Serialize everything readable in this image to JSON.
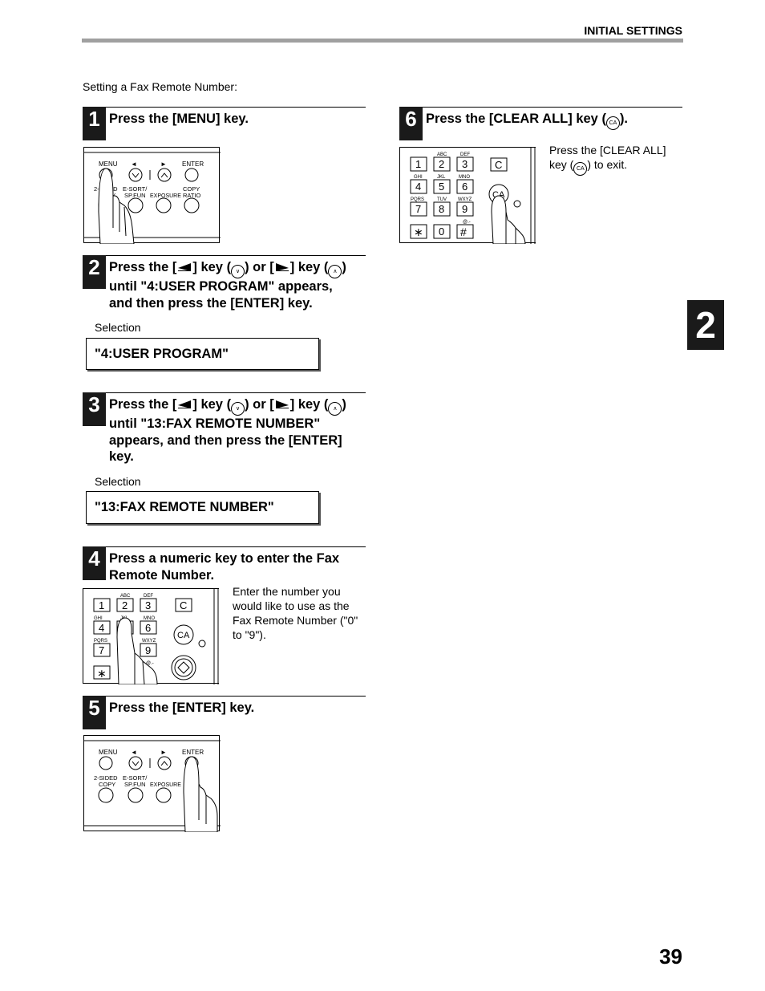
{
  "header": {
    "section_title": "INITIAL SETTINGS"
  },
  "intro": "Setting a Fax Remote Number:",
  "steps": {
    "s1": {
      "num": "1",
      "title": "Press the [MENU] key."
    },
    "s2": {
      "num": "2",
      "title_a": "Press the [",
      "title_b": "] key (",
      "title_c": ") or [",
      "title_d": "] key (",
      "title_e": ")",
      "title_f": "until \"4:USER PROGRAM\" appears,",
      "title_g": "and then press the [ENTER] key.",
      "selection_label": "Selection",
      "selection_value": "\"4:USER PROGRAM\""
    },
    "s3": {
      "num": "3",
      "title_a": "Press the [",
      "title_b": "] key (",
      "title_c": ") or [",
      "title_d": "] key (",
      "title_e": ")",
      "title_f": "until \"13:FAX REMOTE NUMBER\"",
      "title_g": "appears, and then press the [ENTER]",
      "title_h": "key.",
      "selection_label": "Selection",
      "selection_value": "\"13:FAX REMOTE NUMBER\""
    },
    "s4": {
      "num": "4",
      "title_a": "Press a numeric key to enter the Fax",
      "title_b": "Remote Number.",
      "desc": [
        "Enter the number you",
        "would like to use as the",
        "Fax Remote Number (\"0\"",
        "to \"9\")."
      ]
    },
    "s5": {
      "num": "5",
      "title": "Press the [ENTER] key."
    },
    "s6": {
      "num": "6",
      "title_a": "Press the [CLEAR ALL] key (",
      "title_b": ").",
      "desc_a": "Press the [CLEAR ALL]",
      "desc_b": "key (",
      "desc_c": ") to exit."
    }
  },
  "panels": {
    "menu": {
      "menu": "MENU",
      "enter": "ENTER",
      "left_arrow": "◄",
      "right_arrow": "►",
      "two_sided": "2-SIDED",
      "copy": "COPY",
      "esort": "E-SORT/",
      "spfun": "SP.FUN",
      "exposure": "EXPOSURE",
      "copy2": "COPY",
      "ratio": "RATIO"
    },
    "keypad": {
      "keys": [
        "1",
        "2",
        "3",
        "4",
        "5",
        "6",
        "7",
        "8",
        "9",
        "0"
      ],
      "letters": [
        "ABC",
        "DEF",
        "GHI",
        "JKL",
        "MNO",
        "PQRS",
        "TUV",
        "WXYZ"
      ],
      "c": "C",
      "ca": "CA",
      "at": "@.-"
    }
  },
  "icons": {
    "ca_small": "CA"
  },
  "chapter_tab": "2",
  "page_number": "39"
}
